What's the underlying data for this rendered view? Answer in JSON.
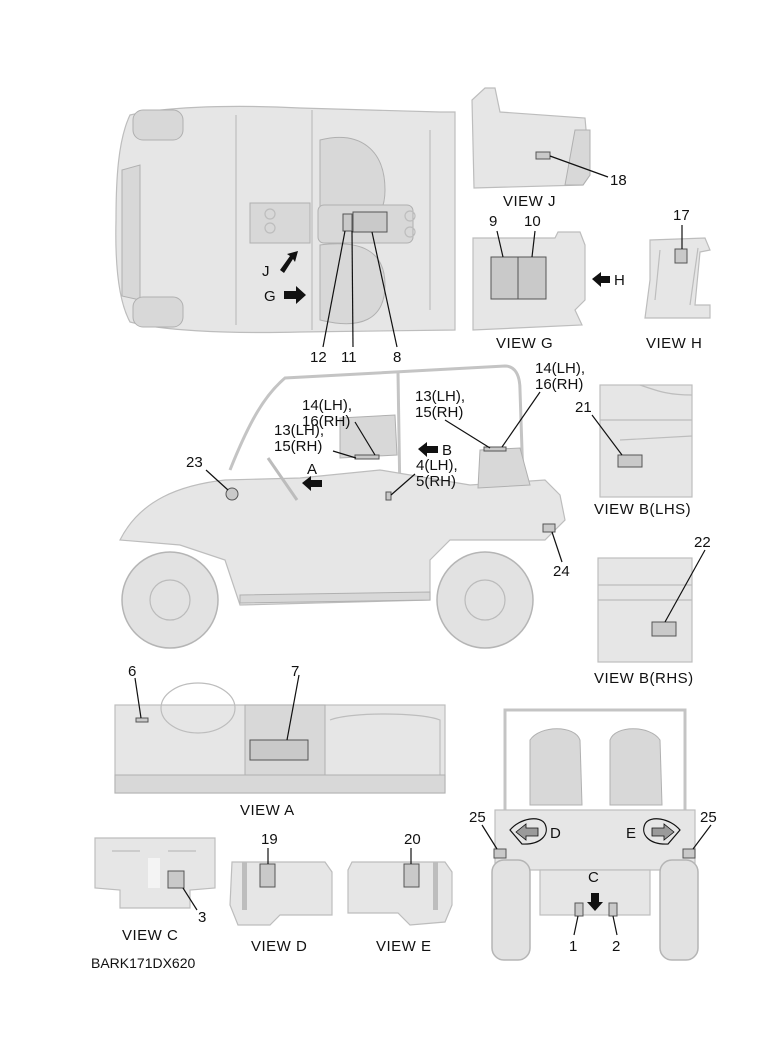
{
  "diagram": {
    "title": "Label locations",
    "code": "BARK171DX620",
    "views": {
      "j": "VIEW J",
      "g": "VIEW G",
      "h": "VIEW H",
      "b_lhs": "VIEW B(LHS)",
      "b_rhs": "VIEW B(RHS)",
      "a": "VIEW A",
      "c": "VIEW C",
      "d": "VIEW D",
      "e": "VIEW E"
    },
    "view_arrows": {
      "j": "J",
      "g": "G",
      "h": "H",
      "a": "A",
      "b": "B",
      "c": "C",
      "d": "D",
      "e": "E"
    },
    "callouts": {
      "top_view": [
        "12",
        "11",
        "8"
      ],
      "view_j": "18",
      "view_g": [
        "9",
        "10"
      ],
      "view_h": "17",
      "side_front_a": [
        "13(LH),",
        "15(RH)"
      ],
      "side_front_b": [
        "14(LH),",
        "16(RH)"
      ],
      "side_rear_a": [
        "13(LH),",
        "15(RH)"
      ],
      "side_rear_b": [
        "14(LH),",
        "16(RH)"
      ],
      "side_pillar": [
        "4(LH),",
        "5(RH)"
      ],
      "side_23": "23",
      "side_24": "24",
      "view_b_lhs": "21",
      "view_b_rhs": "22",
      "view_a": [
        "6",
        "7"
      ],
      "view_c": "3",
      "view_d": "19",
      "view_e": "20",
      "rear_view": [
        "25",
        "25",
        "1",
        "2"
      ]
    }
  }
}
